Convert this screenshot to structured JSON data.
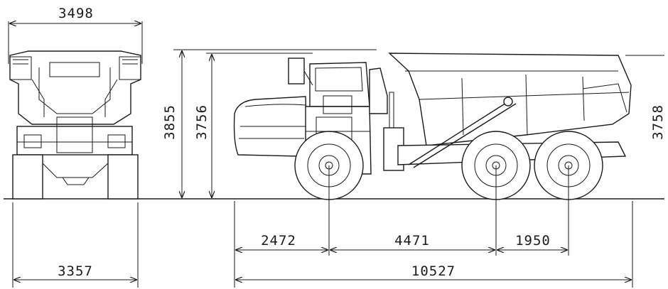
{
  "dimensions": {
    "front_top_width": "3498",
    "front_bottom_width": "3357",
    "overall_height": "3855",
    "cab_height": "3756",
    "body_height": "3758",
    "front_overhang": "2472",
    "wheelbase_front": "4471",
    "bogie_spacing": "1950",
    "overall_length": "10527"
  }
}
